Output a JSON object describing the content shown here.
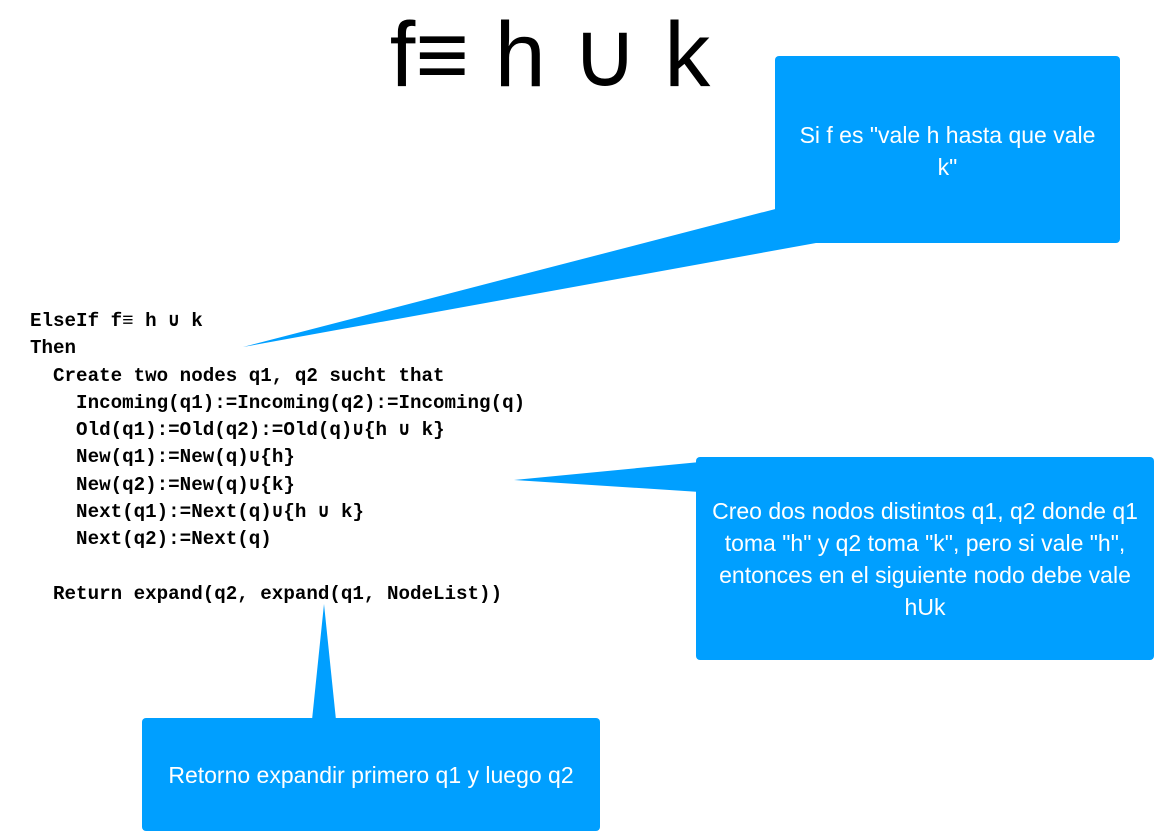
{
  "title": "f≡ h ∪ k",
  "colors": {
    "callout": "#009FFF",
    "text": "#000000",
    "callout_text": "#ffffff"
  },
  "code_lines": [
    "ElseIf f≡ h ∪ k",
    "Then",
    "  Create two nodes q1, q2 sucht that",
    "    Incoming(q1):=Incoming(q2):=Incoming(q)",
    "    Old(q1):=Old(q2):=Old(q)∪{h ∪ k}",
    "    New(q1):=New(q)∪{h}",
    "    New(q2):=New(q)∪{k}",
    "    Next(q1):=Next(q)∪{h ∪ k}",
    "    Next(q2):=Next(q)",
    "",
    "  Return expand(q2, expand(q1, NodeList))"
  ],
  "callouts": {
    "top": "Si f es \"vale h hasta que vale k\"",
    "right": "Creo dos nodos distintos q1, q2 donde q1 toma \"h\" y q2 toma \"k\", pero si vale \"h\", entonces en el siguiente nodo debe vale hUk",
    "bottom": "Retorno expandir primero q1 y luego q2"
  }
}
